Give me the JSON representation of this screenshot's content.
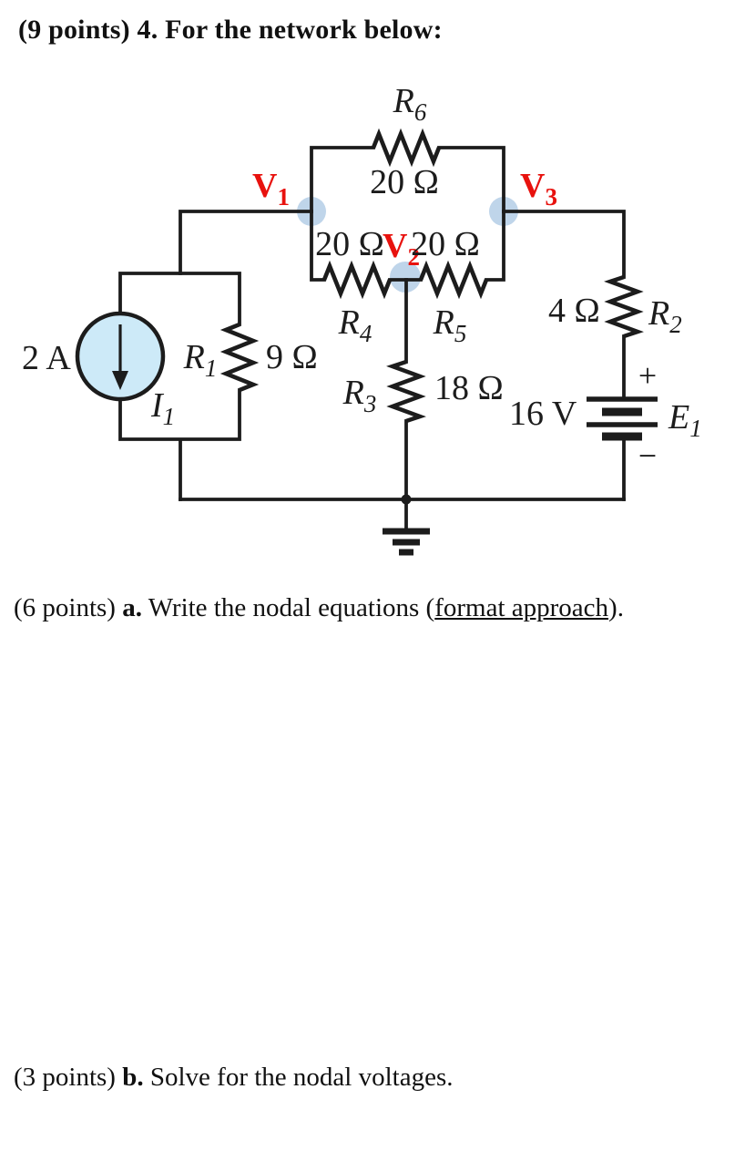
{
  "problem": {
    "header": "(9 points) 4. For the network below:",
    "part_a": {
      "prefix": "(6 points) ",
      "label": "a.",
      "before_underline": " Write the nodal equations (",
      "underline": "format approach",
      "after_underline": ")."
    },
    "part_b": {
      "prefix": "(3 points) ",
      "label": "b.",
      "text": " Solve for the nodal voltages."
    }
  },
  "circuit": {
    "source": {
      "value": "2 A",
      "sym": "I",
      "sub": "1"
    },
    "r1": {
      "sym": "R",
      "sub": "1",
      "value": "9 Ω"
    },
    "r2": {
      "sym": "R",
      "sub": "2",
      "value": "4 Ω"
    },
    "r3": {
      "sym": "R",
      "sub": "3",
      "value": "18 Ω"
    },
    "r4": {
      "sym": "R",
      "sub": "4",
      "value": "20 Ω"
    },
    "r5": {
      "sym": "R",
      "sub": "5",
      "value": "20 Ω"
    },
    "r6": {
      "sym": "R",
      "sub": "6",
      "value": "20 Ω"
    },
    "battery": {
      "sym": "E",
      "sub": "1",
      "value": "16 V",
      "plus": "+",
      "minus": "−"
    },
    "nodes": {
      "v1": {
        "sym": "V",
        "sub": "1"
      },
      "v2": {
        "sym": "V",
        "sub": "2"
      },
      "v3": {
        "sym": "V",
        "sub": "3"
      }
    }
  },
  "colors": {
    "wire": "#1c1c1c",
    "node_highlight": "#b4cee6",
    "source_fill": "#cdeaf8",
    "label_accent": "#e8120e"
  }
}
